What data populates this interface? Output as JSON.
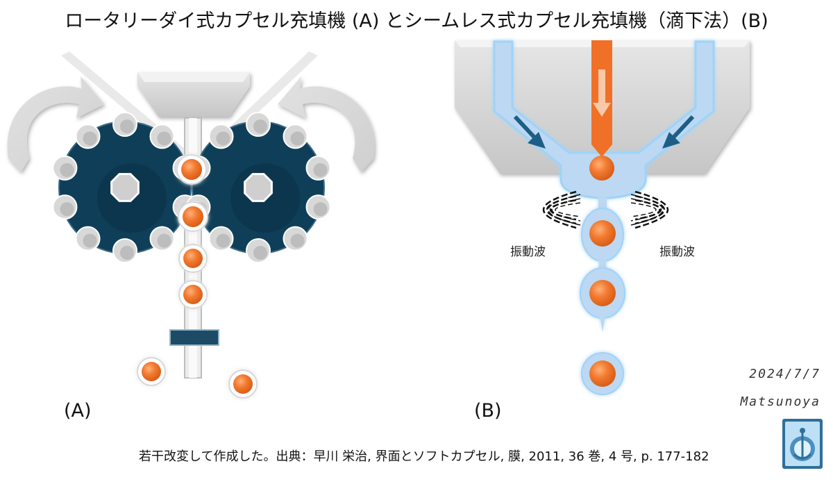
{
  "title": "ロータリーダイ式カプセル充填機 (A) とシームレス式カプセル充填機（滴下法）(B)",
  "panel_a_label": "(A)",
  "panel_b_label": "(B)",
  "wave_label_left": "振動波",
  "wave_label_right": "振動波",
  "date": "2024/7/7",
  "author": "Matsunoya",
  "source": "若干改変して作成した。出典：早川 栄治, 界面とソフトカプセル, 膜, 2011, 36 巻, 4 号, p. 177-182",
  "colors": {
    "die_roll": "#0f3f58",
    "capsule": "#f07028",
    "gray": "#d4d4d4",
    "light_blue": "#bcd8f2",
    "arrow_blue": "#1d5e86"
  },
  "icons": [
    "flow-arrow-icon",
    "logo-icon"
  ]
}
